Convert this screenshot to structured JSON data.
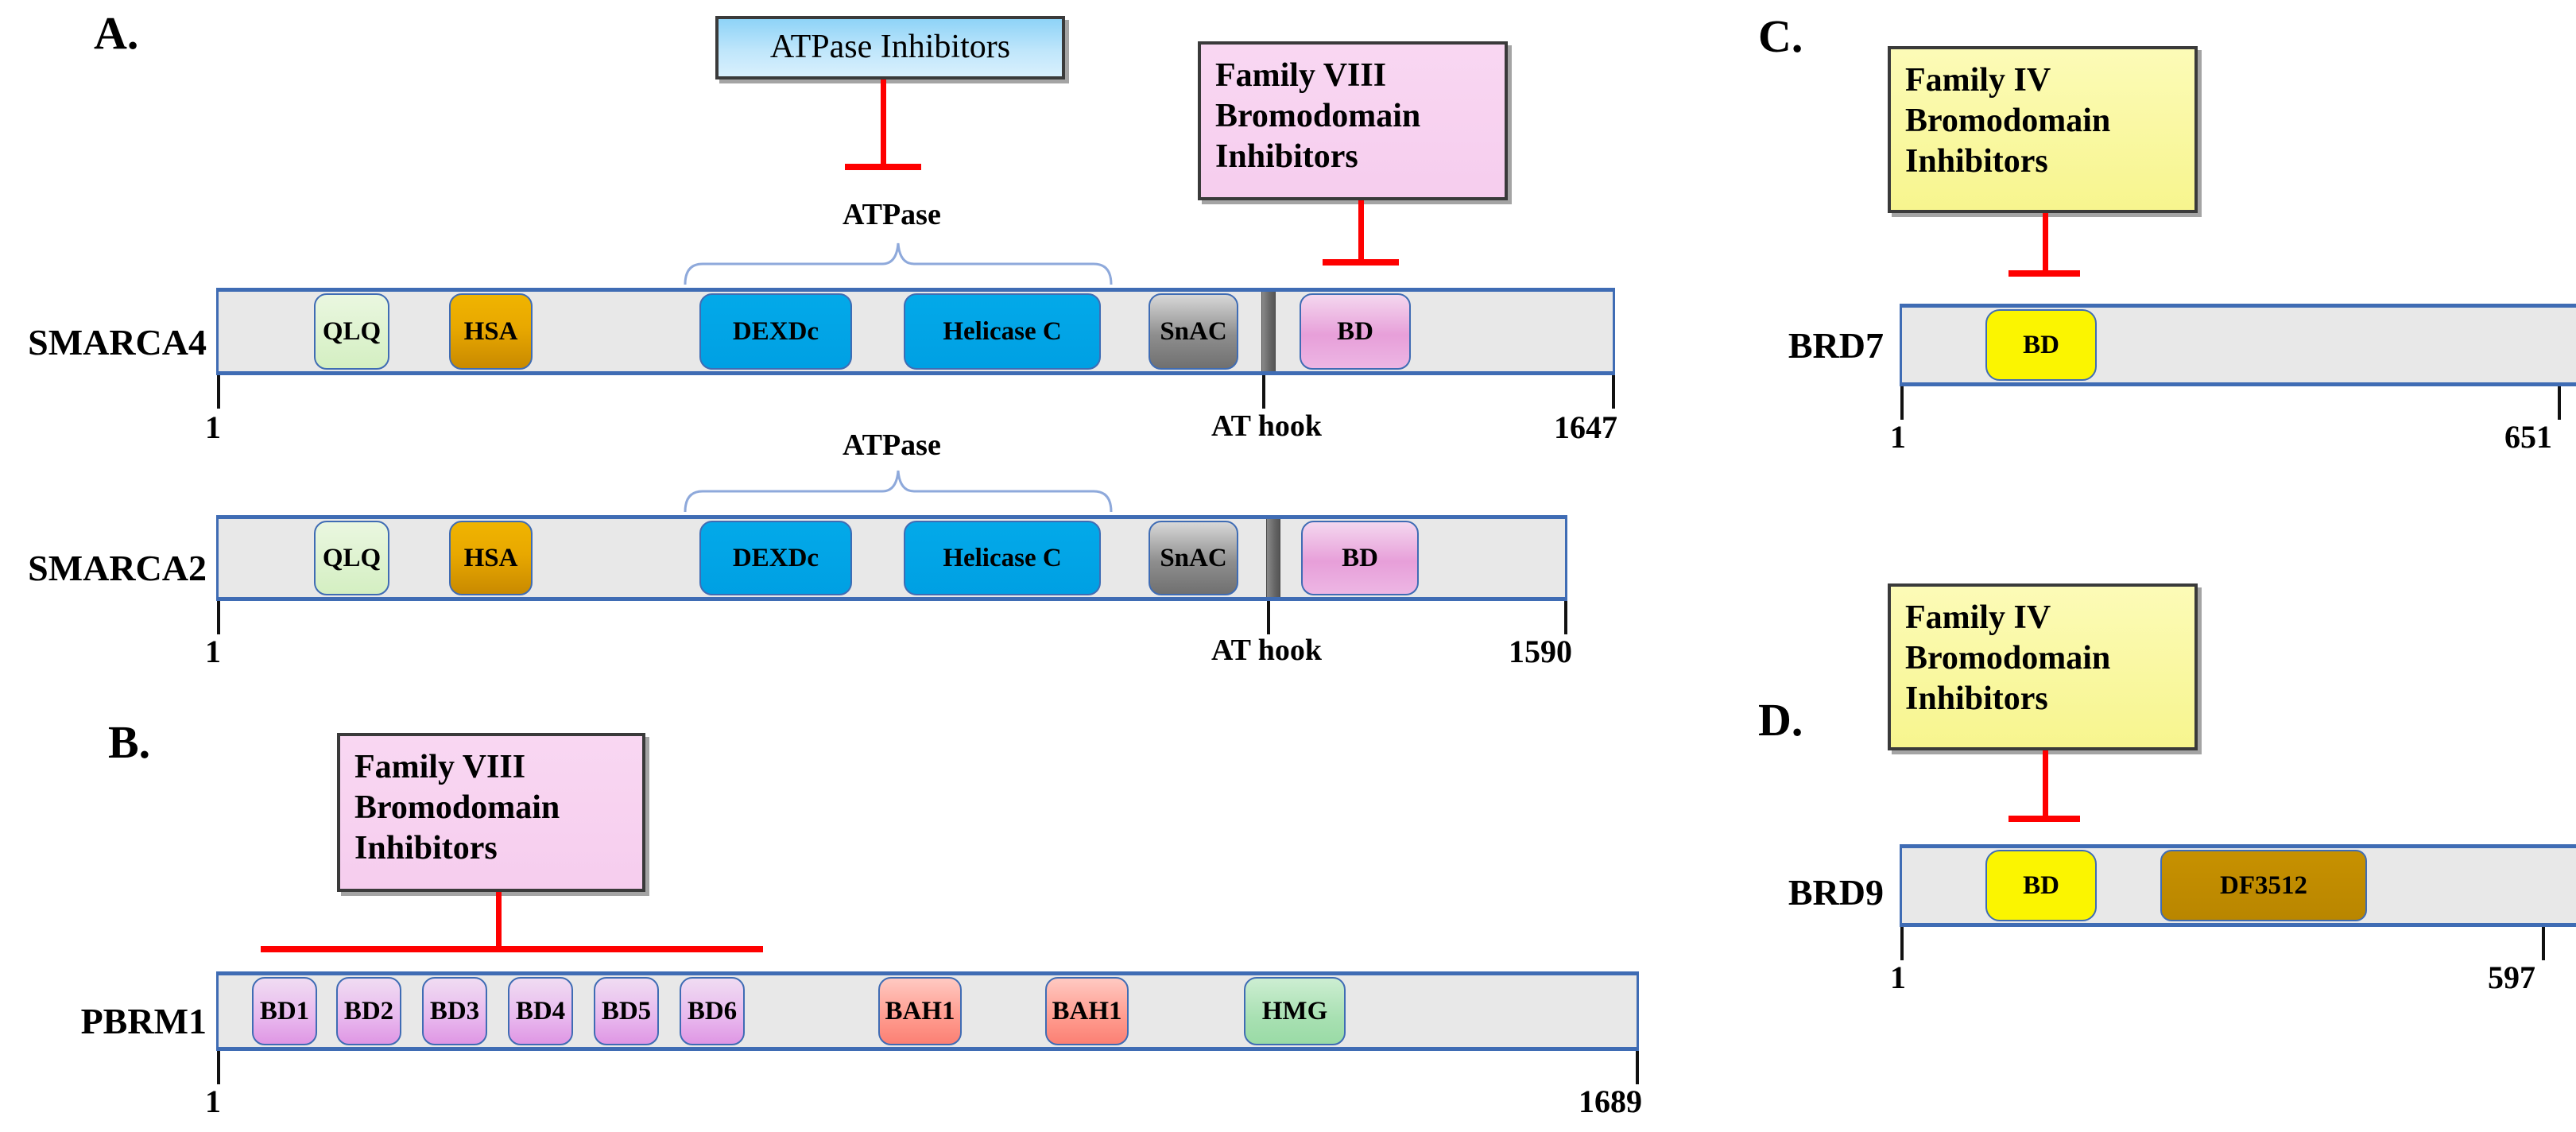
{
  "figure": {
    "panels": [
      {
        "id": "A",
        "letter": "A."
      },
      {
        "id": "B",
        "letter": "B."
      },
      {
        "id": "C",
        "letter": "C."
      },
      {
        "id": "D",
        "letter": "D."
      }
    ]
  },
  "callouts": {
    "atpase_inhibitors": {
      "text": "ATPase Inhibitors",
      "color": "#9fd8f7"
    },
    "family8_a": {
      "line1": "Family VIII",
      "line2": "Bromodomain",
      "line3": "Inhibitors",
      "color": "#f7d2f0"
    },
    "family8_b": {
      "line1": "Family VIII",
      "line2": "Bromodomain",
      "line3": "Inhibitors",
      "color": "#f7d2f0"
    },
    "family4_c": {
      "line1": "Family IV",
      "line2": "Bromodomain",
      "line3": "Inhibitors",
      "color": "#f9f68f"
    },
    "family4_d": {
      "line1": "Family IV",
      "line2": "Bromodomain",
      "line3": "Inhibitors",
      "color": "#f9f68f"
    }
  },
  "annotations": {
    "atpase_brace_smarca4": "ATPase",
    "atpase_brace_smarca2": "ATPase",
    "at_hook_smarca4": "AT hook",
    "at_hook_smarca2": "AT hook",
    "inhibitor_color": "#fe0000",
    "bar_border_color": "#3f6cb4",
    "bar_fill_color": "#e8e8e8"
  },
  "proteins": [
    {
      "name": "SMARCA4",
      "panel": "A",
      "start_label": "1",
      "end_label": "1647",
      "length": 1647,
      "domains": [
        {
          "label": "QLQ",
          "style": "d-qlq"
        },
        {
          "label": "HSA",
          "style": "d-hsa"
        },
        {
          "label": "DEXDc",
          "style": "d-blue"
        },
        {
          "label": "Helicase C",
          "style": "d-blue"
        },
        {
          "label": "SnAC",
          "style": "d-snac"
        },
        {
          "label": "AT hook",
          "style": "athook"
        },
        {
          "label": "BD",
          "style": "d-bdpink"
        }
      ]
    },
    {
      "name": "SMARCA2",
      "panel": "A",
      "start_label": "1",
      "end_label": "1590",
      "length": 1590,
      "domains": [
        {
          "label": "QLQ",
          "style": "d-qlq"
        },
        {
          "label": "HSA",
          "style": "d-hsa"
        },
        {
          "label": "DEXDc",
          "style": "d-blue"
        },
        {
          "label": "Helicase C",
          "style": "d-blue"
        },
        {
          "label": "SnAC",
          "style": "d-snac"
        },
        {
          "label": "AT hook",
          "style": "athook"
        },
        {
          "label": "BD",
          "style": "d-bdpink"
        }
      ]
    },
    {
      "name": "PBRM1",
      "panel": "B",
      "start_label": "1",
      "end_label": "1689",
      "length": 1689,
      "domains": [
        {
          "label": "BD1",
          "style": "d-bdpurple"
        },
        {
          "label": "BD2",
          "style": "d-bdpurple"
        },
        {
          "label": "BD3",
          "style": "d-bdpurple"
        },
        {
          "label": "BD4",
          "style": "d-bdpurple"
        },
        {
          "label": "BD5",
          "style": "d-bdpurple"
        },
        {
          "label": "BD6",
          "style": "d-bdpurple"
        },
        {
          "label": "BAH1",
          "style": "d-bah"
        },
        {
          "label": "BAH1",
          "style": "d-bah"
        },
        {
          "label": "HMG",
          "style": "d-hmg"
        }
      ]
    },
    {
      "name": "BRD7",
      "panel": "C",
      "start_label": "1",
      "end_label": "651",
      "length": 651,
      "domains": [
        {
          "label": "BD",
          "style": "d-yellow"
        }
      ]
    },
    {
      "name": "BRD9",
      "panel": "D",
      "start_label": "1",
      "end_label": "597",
      "length": 597,
      "domains": [
        {
          "label": "BD",
          "style": "d-yellow"
        },
        {
          "label": "DF3512",
          "style": "d-df"
        }
      ]
    }
  ]
}
